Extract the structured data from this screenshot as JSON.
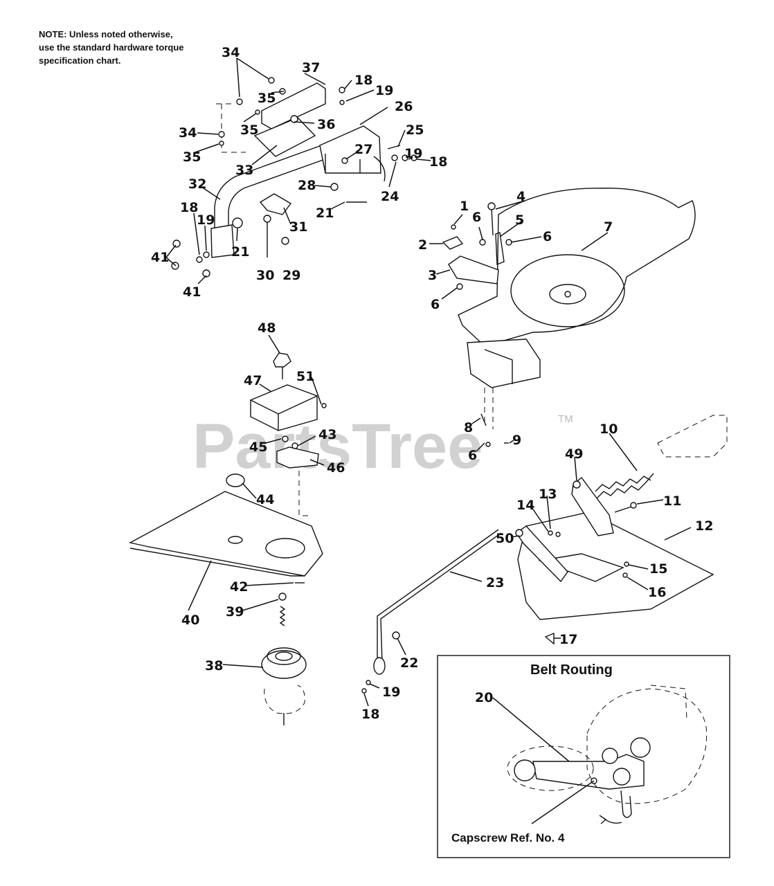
{
  "note": "NOTE: Unless noted otherwise,\nuse the standard hardware torque\nspecification chart.",
  "watermark": "PartsTree",
  "trademark": "TM",
  "callouts": [
    "34",
    "37",
    "18",
    "19",
    "26",
    "35",
    "35",
    "36",
    "25",
    "34",
    "27",
    "35",
    "19",
    "18",
    "33",
    "28",
    "24",
    "21",
    "32",
    "31",
    "18",
    "19",
    "21",
    "41",
    "41",
    "30",
    "29",
    "1",
    "4",
    "6",
    "5",
    "2",
    "6",
    "7",
    "3",
    "6",
    "48",
    "51",
    "47",
    "45",
    "43",
    "46",
    "44",
    "40",
    "42",
    "39",
    "38",
    "8",
    "10",
    "6",
    "9",
    "49",
    "11",
    "13",
    "14",
    "12",
    "50",
    "15",
    "16",
    "23",
    "17",
    "22",
    "19",
    "18",
    "20"
  ],
  "inset": {
    "title": "Belt Routing",
    "callout": "20",
    "caption": "Capscrew Ref. No. 4"
  }
}
